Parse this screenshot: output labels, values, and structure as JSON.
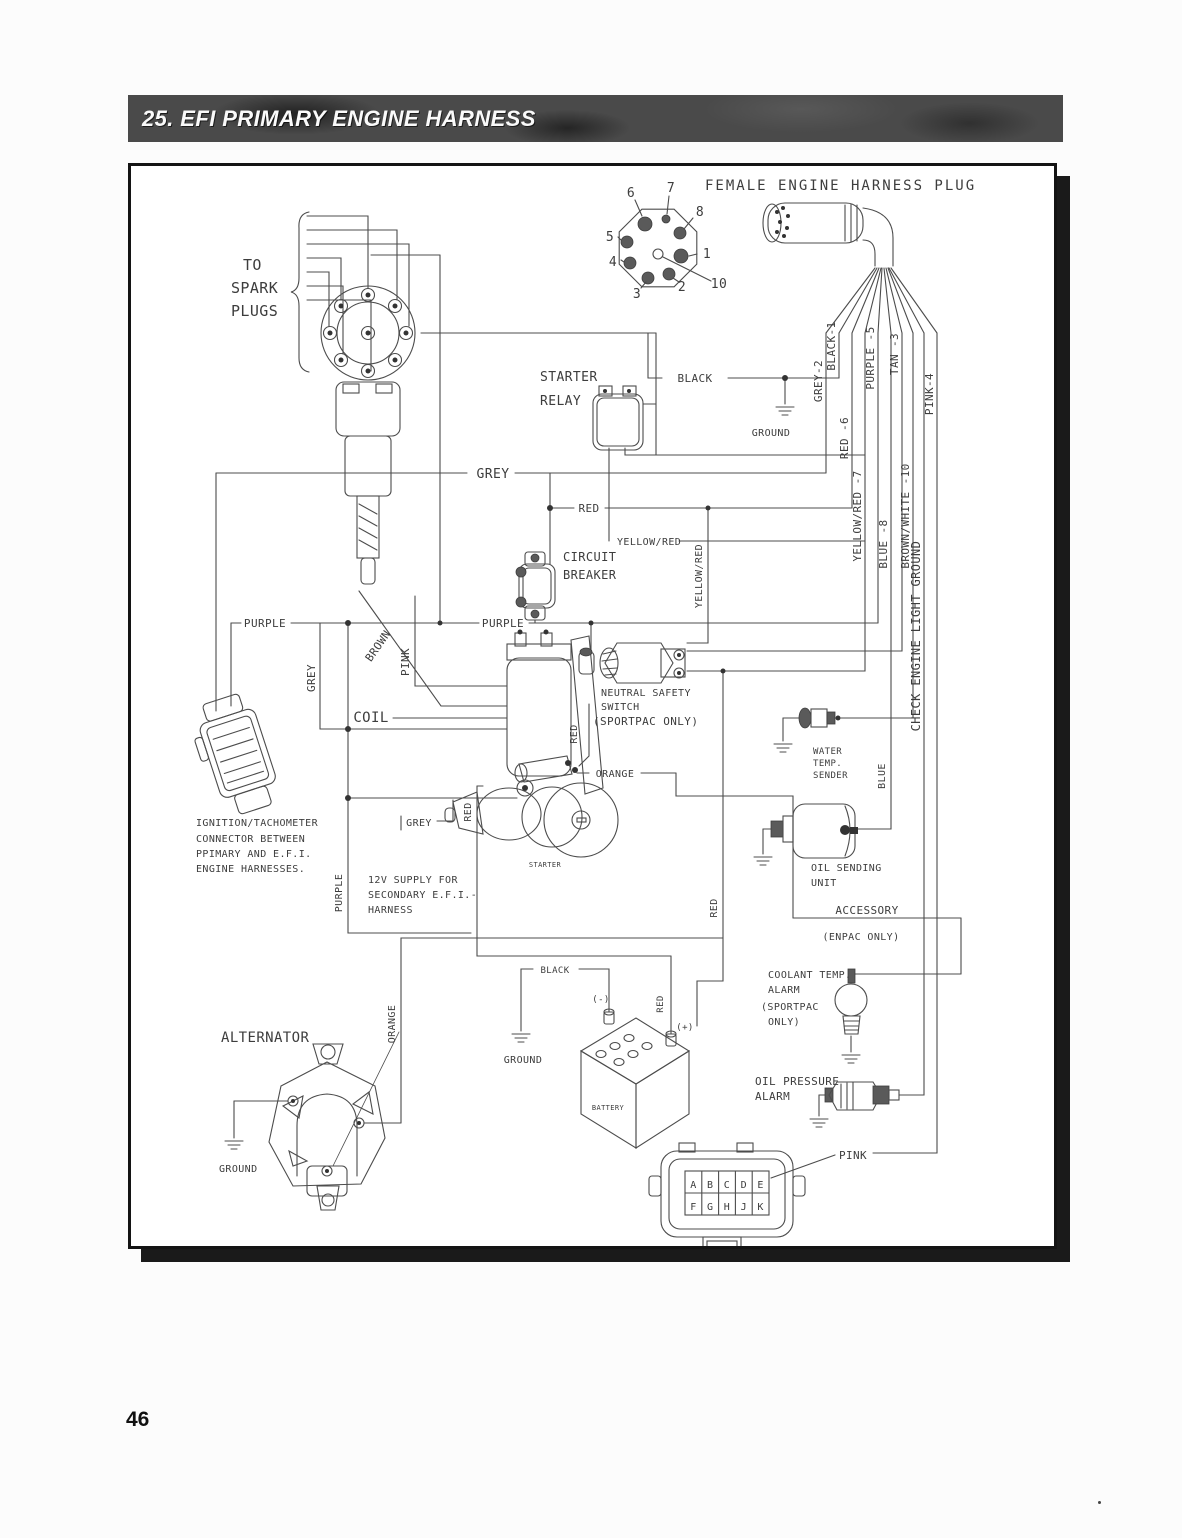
{
  "page": {
    "header_title": "25.  EFI PRIMARY ENGINE HARNESS",
    "page_number": "46"
  },
  "diagram": {
    "plug_title": "FEMALE ENGINE HARNESS PLUG",
    "pin_callouts": [
      "6",
      "7",
      "8",
      "5",
      "4",
      "1",
      "3",
      "2",
      "10"
    ],
    "harness_wires": [
      "GREY-2",
      "BLACK-1",
      "RED -6",
      "YELLOW/RED -7",
      "PURPLE -5",
      "BLUE -8",
      "TAN -3",
      "BROWN/WHITE -10",
      "CHECK ENGINE LIGHT GROUND",
      "PINK-4"
    ],
    "labels": {
      "to_spark_1": "TO",
      "to_spark_2": "SPARK",
      "to_spark_3": "PLUGS",
      "black": "BLACK",
      "ground_top": "GROUND",
      "starter_relay_1": "STARTER",
      "starter_relay_2": "RELAY",
      "grey_main": "GREY",
      "red_main": "RED",
      "yellow_red_main": "YELLOW/RED",
      "circuit_breaker_1": "CIRCUIT",
      "circuit_breaker_2": "BREAKER",
      "yellow_red_vert": "YELLOW/RED",
      "purple_left": "PURPLE",
      "purple_right": "PURPLE",
      "brown_diag": "BROWN",
      "pink_coil": "PINK",
      "grey_coil_vert": "GREY",
      "coil": "COIL",
      "neutral_1": "NEUTRAL SAFETY",
      "neutral_2": "SWITCH",
      "neutral_3": "(SPORTPAC ONLY)",
      "water_1": "WATER",
      "water_2": "TEMP.",
      "water_3": "SENDER",
      "red_switch": "RED",
      "orange_starter": "ORANGE",
      "ign_1": "IGNITION/TACHOMETER",
      "ign_2": "CONNECTOR BETWEEN",
      "ign_3": "PPIMARY AND E.F.I.",
      "ign_4": "ENGINE HARNESSES.",
      "grey_bracket": "GREY",
      "red_starter": "RED",
      "starter": "STARTER",
      "purple_vert": "PURPLE",
      "supply_1": "12V SUPPLY FOR",
      "supply_2": "SECONDARY E.F.I.-",
      "supply_3": "HARNESS",
      "oil_send_1": "OIL SENDING",
      "oil_send_2": "UNIT",
      "blue_vert": "BLUE",
      "accessory": "ACCESSORY",
      "enpac": "(ENPAC ONLY)",
      "red_mid": "RED",
      "black_batt": "BLACK",
      "ground_batt": "GROUND",
      "batt_neg": "(-)",
      "batt_pos": "(+)",
      "red_batt": "RED",
      "battery": "BATTERY",
      "coolant_1": "COOLANT TEMP.",
      "coolant_2": "ALARM",
      "coolant_3": "(SPORTPAC",
      "coolant_4": "ONLY)",
      "oilpress_1": "OIL PRESSURE",
      "oilpress_2": "ALARM",
      "alternator": "ALTERNATOR",
      "orange_vert": "ORANGE",
      "ground_alt": "GROUND",
      "pink_main": "PINK"
    },
    "connector_cells": [
      "A",
      "B",
      "C",
      "D",
      "E",
      "F",
      "G",
      "H",
      "J",
      "K"
    ]
  }
}
